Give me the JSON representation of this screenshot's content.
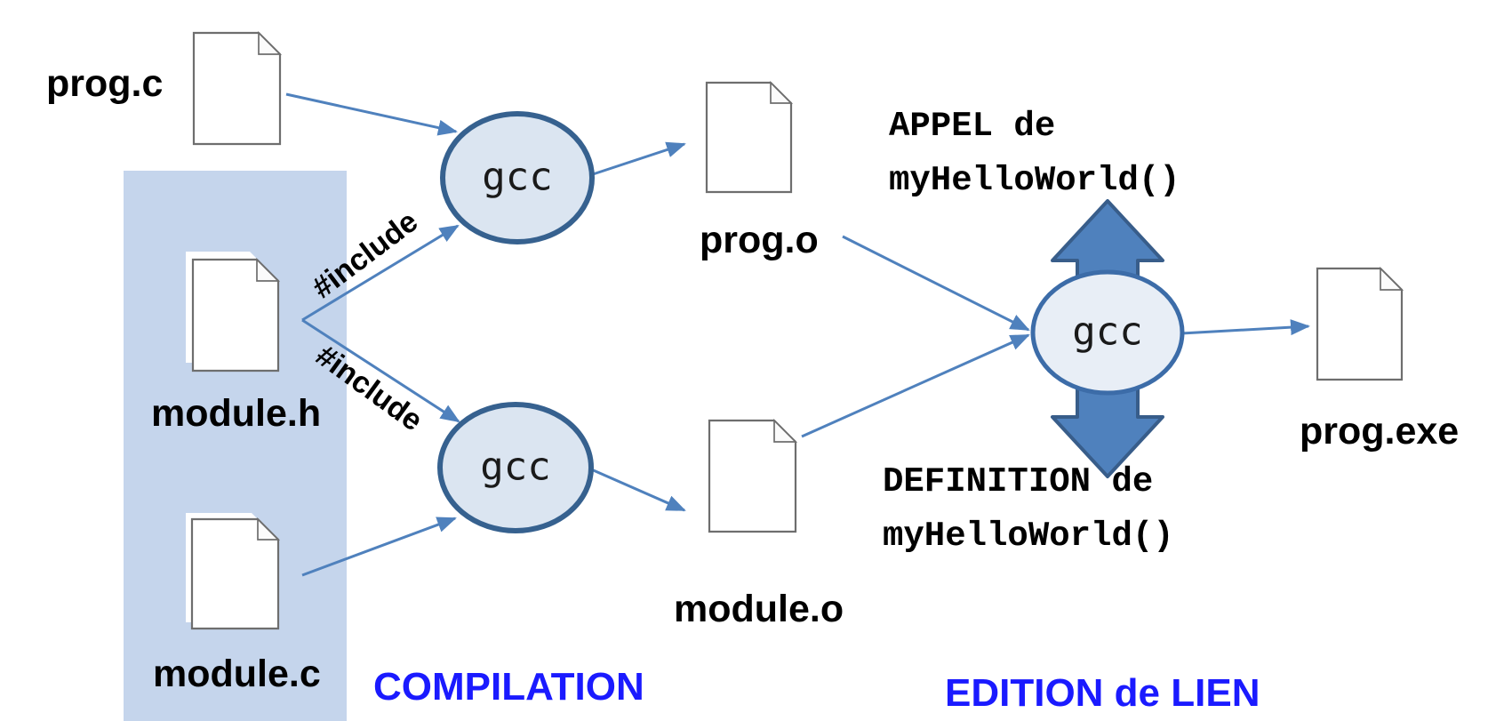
{
  "colors": {
    "canvas_bg": "#ffffff",
    "band_fill": "#c5d5ec",
    "doc_fill": "#ffffff",
    "doc_stroke": "#6e6e6e",
    "compile_node_fill": "#dbe5f1",
    "compile_node_stroke": "#36618f",
    "link_node_fill": "#e8eef6",
    "link_node_stroke": "#3c6ca8",
    "flow_arrow": "#4f81bd",
    "block_arrow_fill": "#4f81bd",
    "block_arrow_stroke": "#385d8a",
    "file_label_text": "#000000",
    "gcc_text": "#1a1a1a",
    "caption_text": "#1a1aff"
  },
  "files": {
    "prog_c": "prog.c",
    "module_h": "module.h",
    "module_c": "module.c",
    "prog_o": "prog.o",
    "module_o": "module.o",
    "prog_exe": "prog.exe"
  },
  "nodes": {
    "compiler_top": "gcc",
    "compiler_bottom": "gcc",
    "linker": "gcc"
  },
  "annotations": {
    "include_top": "#include",
    "include_bottom": "#include",
    "call_line1": "APPEL de",
    "call_line2": "myHelloWorld()",
    "definition_line1": "DEFINITION de",
    "definition_line2": "myHelloWorld()"
  },
  "captions": {
    "compilation": "COMPILATION",
    "linking": "EDITION de LIEN"
  }
}
